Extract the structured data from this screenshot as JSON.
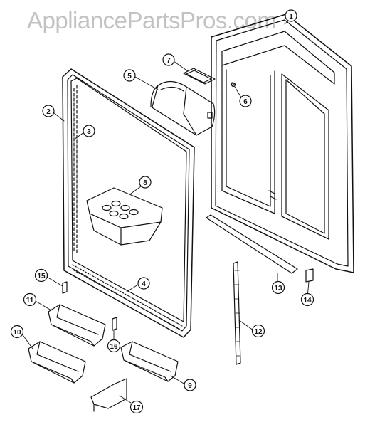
{
  "watermark": "AppliancePartsPros.com",
  "callouts": [
    {
      "id": "1"
    },
    {
      "id": "2"
    },
    {
      "id": "3"
    },
    {
      "id": "4"
    },
    {
      "id": "5"
    },
    {
      "id": "6"
    },
    {
      "id": "7"
    },
    {
      "id": "8"
    },
    {
      "id": "9"
    },
    {
      "id": "10"
    },
    {
      "id": "11"
    },
    {
      "id": "12"
    },
    {
      "id": "13"
    },
    {
      "id": "14"
    },
    {
      "id": "15"
    },
    {
      "id": "16"
    },
    {
      "id": "17"
    }
  ],
  "colors": {
    "line": "#111111",
    "watermark": "#c2c2c2",
    "background": "#ffffff"
  }
}
